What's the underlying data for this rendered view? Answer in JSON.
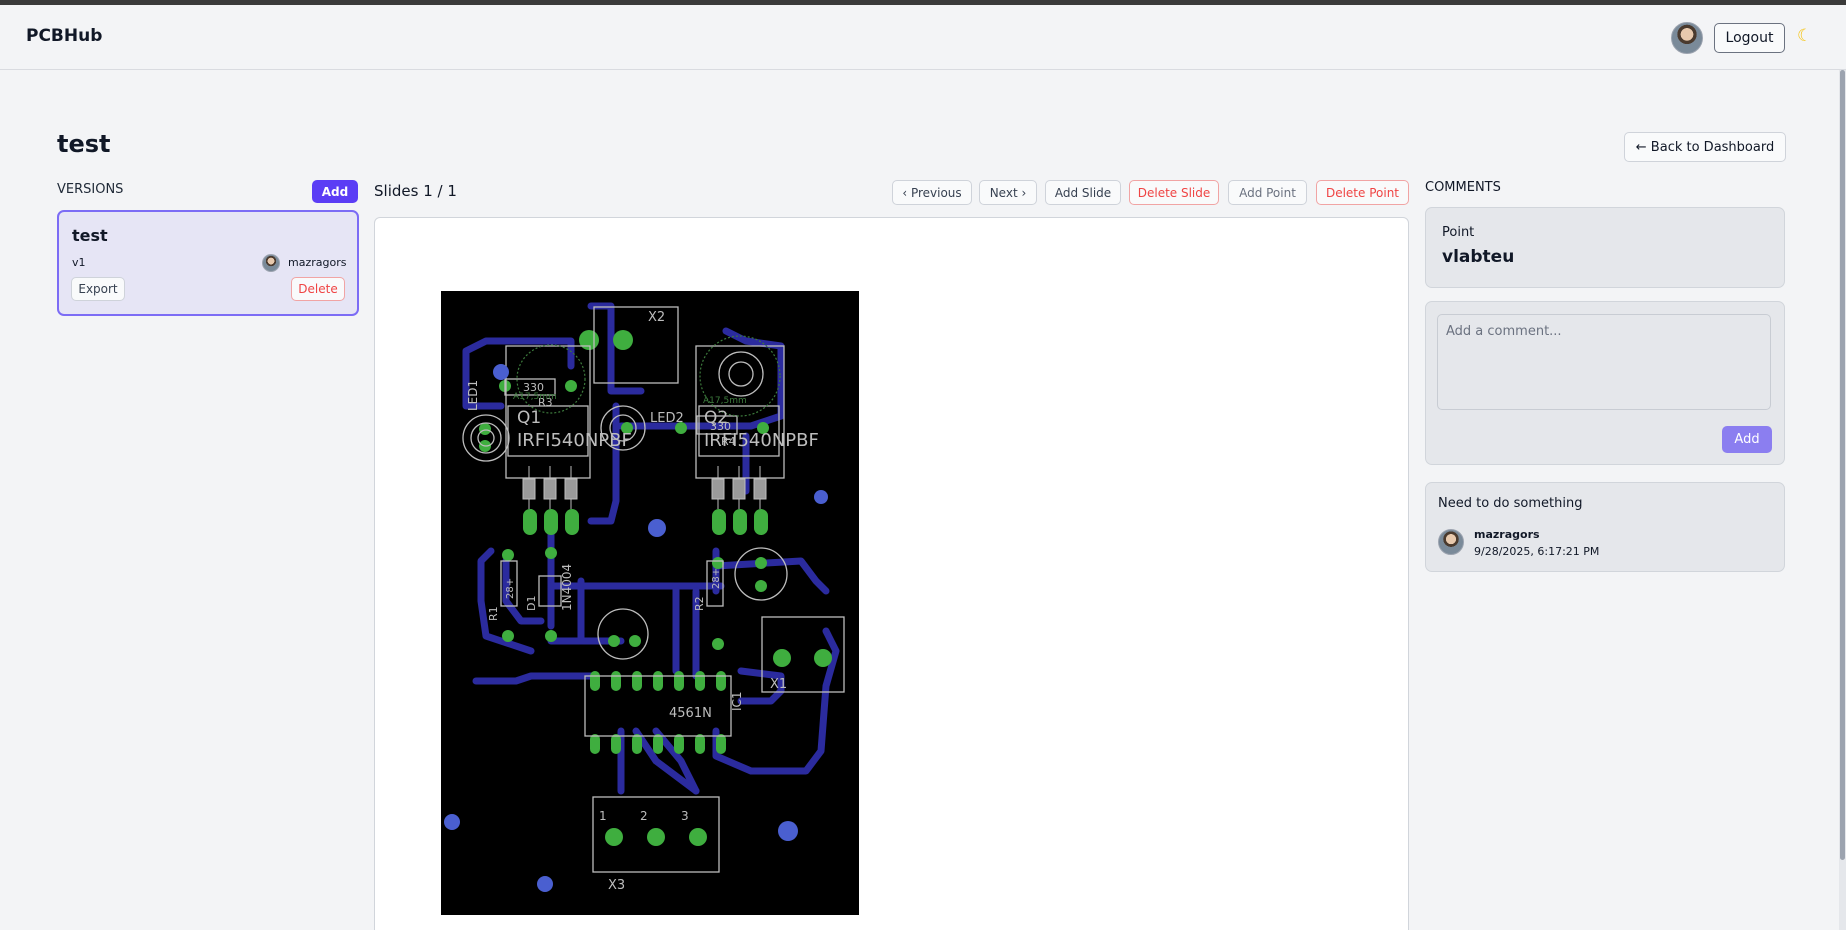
{
  "header": {
    "brand": "PCBHub",
    "logout_label": "Logout",
    "theme_icon": "moon-icon"
  },
  "page": {
    "title": "test",
    "back_label": "← Back to Dashboard"
  },
  "versions": {
    "title": "VERSIONS",
    "add_label": "Add",
    "items": [
      {
        "name": "test",
        "version": "v1",
        "user": "mazragors",
        "export_label": "Export",
        "delete_label": "Delete"
      }
    ]
  },
  "slides": {
    "counter": "Slides 1 / 1",
    "buttons": {
      "previous": "‹ Previous",
      "next": "Next ›",
      "add_slide": "Add Slide",
      "delete_slide": "Delete Slide",
      "add_point": "Add Point",
      "delete_point": "Delete Point"
    },
    "pcb_labels": {
      "x2": "X2",
      "x1": "X1",
      "x3": "X3",
      "led1": "LED1",
      "led2": "LED2",
      "q1": "Q1",
      "q2": "Q2",
      "q1_part": "IRFI540NPBF",
      "q2_part": "IRFI540NPBF",
      "r3": "R3",
      "r3_val": "330",
      "r4": "R4",
      "r4_val": "330",
      "r1": "R1",
      "r1_val": "28+",
      "r2": "R2",
      "r2_val": "28+",
      "d1": "D1",
      "d1_part": "1N4004",
      "ic1": "IC1",
      "ic1_part": "4561N",
      "heat1": "A17,5mm",
      "heat2": "A17,5mm",
      "pin1": "1",
      "pin2": "2",
      "pin3": "3"
    }
  },
  "comments": {
    "title": "COMMENTS",
    "point_label": "Point",
    "point_name": "vlabteu",
    "placeholder": "Add a comment...",
    "add_label": "Add",
    "items": [
      {
        "text": "Need to do something",
        "user": "mazragors",
        "time": "9/28/2025, 6:17:21 PM"
      }
    ]
  }
}
